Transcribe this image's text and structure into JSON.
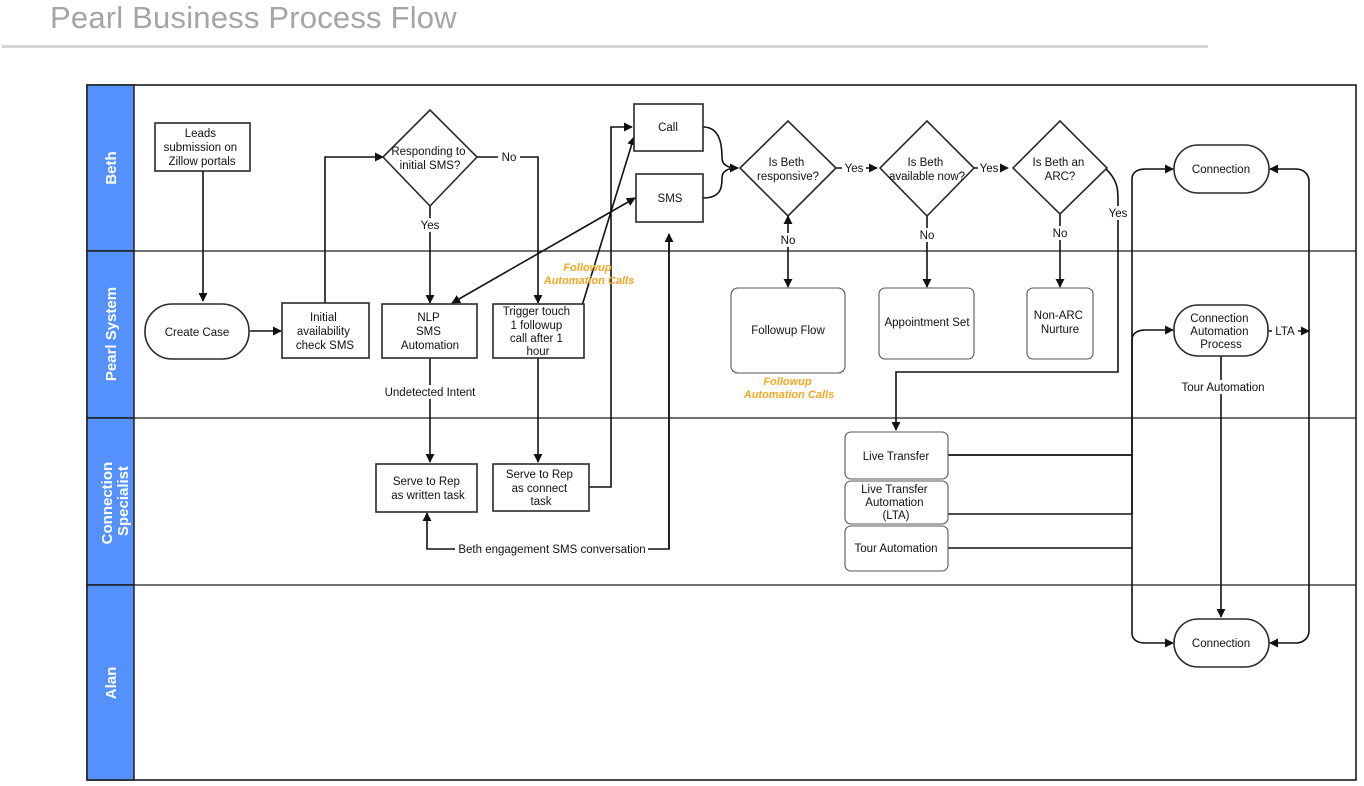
{
  "title": "Pearl Business Process Flow",
  "colors": {
    "lane_band": "#5591fc",
    "accent_orange": "#f5a623",
    "stroke": "#111111"
  },
  "lanes": [
    "Beth",
    "Pearl System",
    "Connection Specialist",
    "Alan"
  ],
  "nodes": {
    "leads": [
      "Leads",
      "submission on",
      "Zillow portals"
    ],
    "create_case": [
      "Create Case"
    ],
    "initial_check": [
      "Initial",
      "availability",
      "check SMS"
    ],
    "responding": [
      "Responding to",
      "initial SMS?"
    ],
    "nlp": [
      "NLP",
      "SMS",
      "Automation"
    ],
    "trigger": [
      "Trigger touch",
      "1 followup",
      "call after 1",
      "hour"
    ],
    "call": [
      "Call"
    ],
    "sms": [
      "SMS"
    ],
    "serve_written": [
      "Serve to Rep",
      "as written task"
    ],
    "serve_connect": [
      "Serve to Rep",
      "as connect",
      "task"
    ],
    "beth_responsive": [
      "Is Beth",
      "responsive?"
    ],
    "beth_available": [
      "Is Beth",
      "available now?"
    ],
    "beth_arc": [
      "Is Beth an",
      "ARC?"
    ],
    "followup_flow": [
      "Followup Flow"
    ],
    "appointment_set": [
      "Appointment Set"
    ],
    "non_arc": [
      "Non-ARC",
      "Nurture"
    ],
    "connection_top": [
      "Connection"
    ],
    "connection_auto": [
      "Connection",
      "Automation",
      "Process"
    ],
    "connection_bottom": [
      "Connection"
    ],
    "live_transfer": [
      "Live Transfer"
    ],
    "live_transfer_auto": [
      "Live Transfer",
      "Automation",
      "(LTA)"
    ],
    "tour_automation": [
      "Tour Automation"
    ]
  },
  "edge_labels": {
    "yes1": "Yes",
    "no1": "No",
    "undetected": "Undetected Intent",
    "engagement": "Beth engagement SMS conversation",
    "yes2": "Yes",
    "yes3": "Yes",
    "yes4": "Yes",
    "no2": "No",
    "no3": "No",
    "no4": "No",
    "lta": "LTA",
    "tour": "Tour Automation"
  },
  "annotations": {
    "followup1": [
      "Followup",
      "Automation Calls"
    ],
    "followup2": [
      "Followup",
      "Automation Calls"
    ]
  }
}
